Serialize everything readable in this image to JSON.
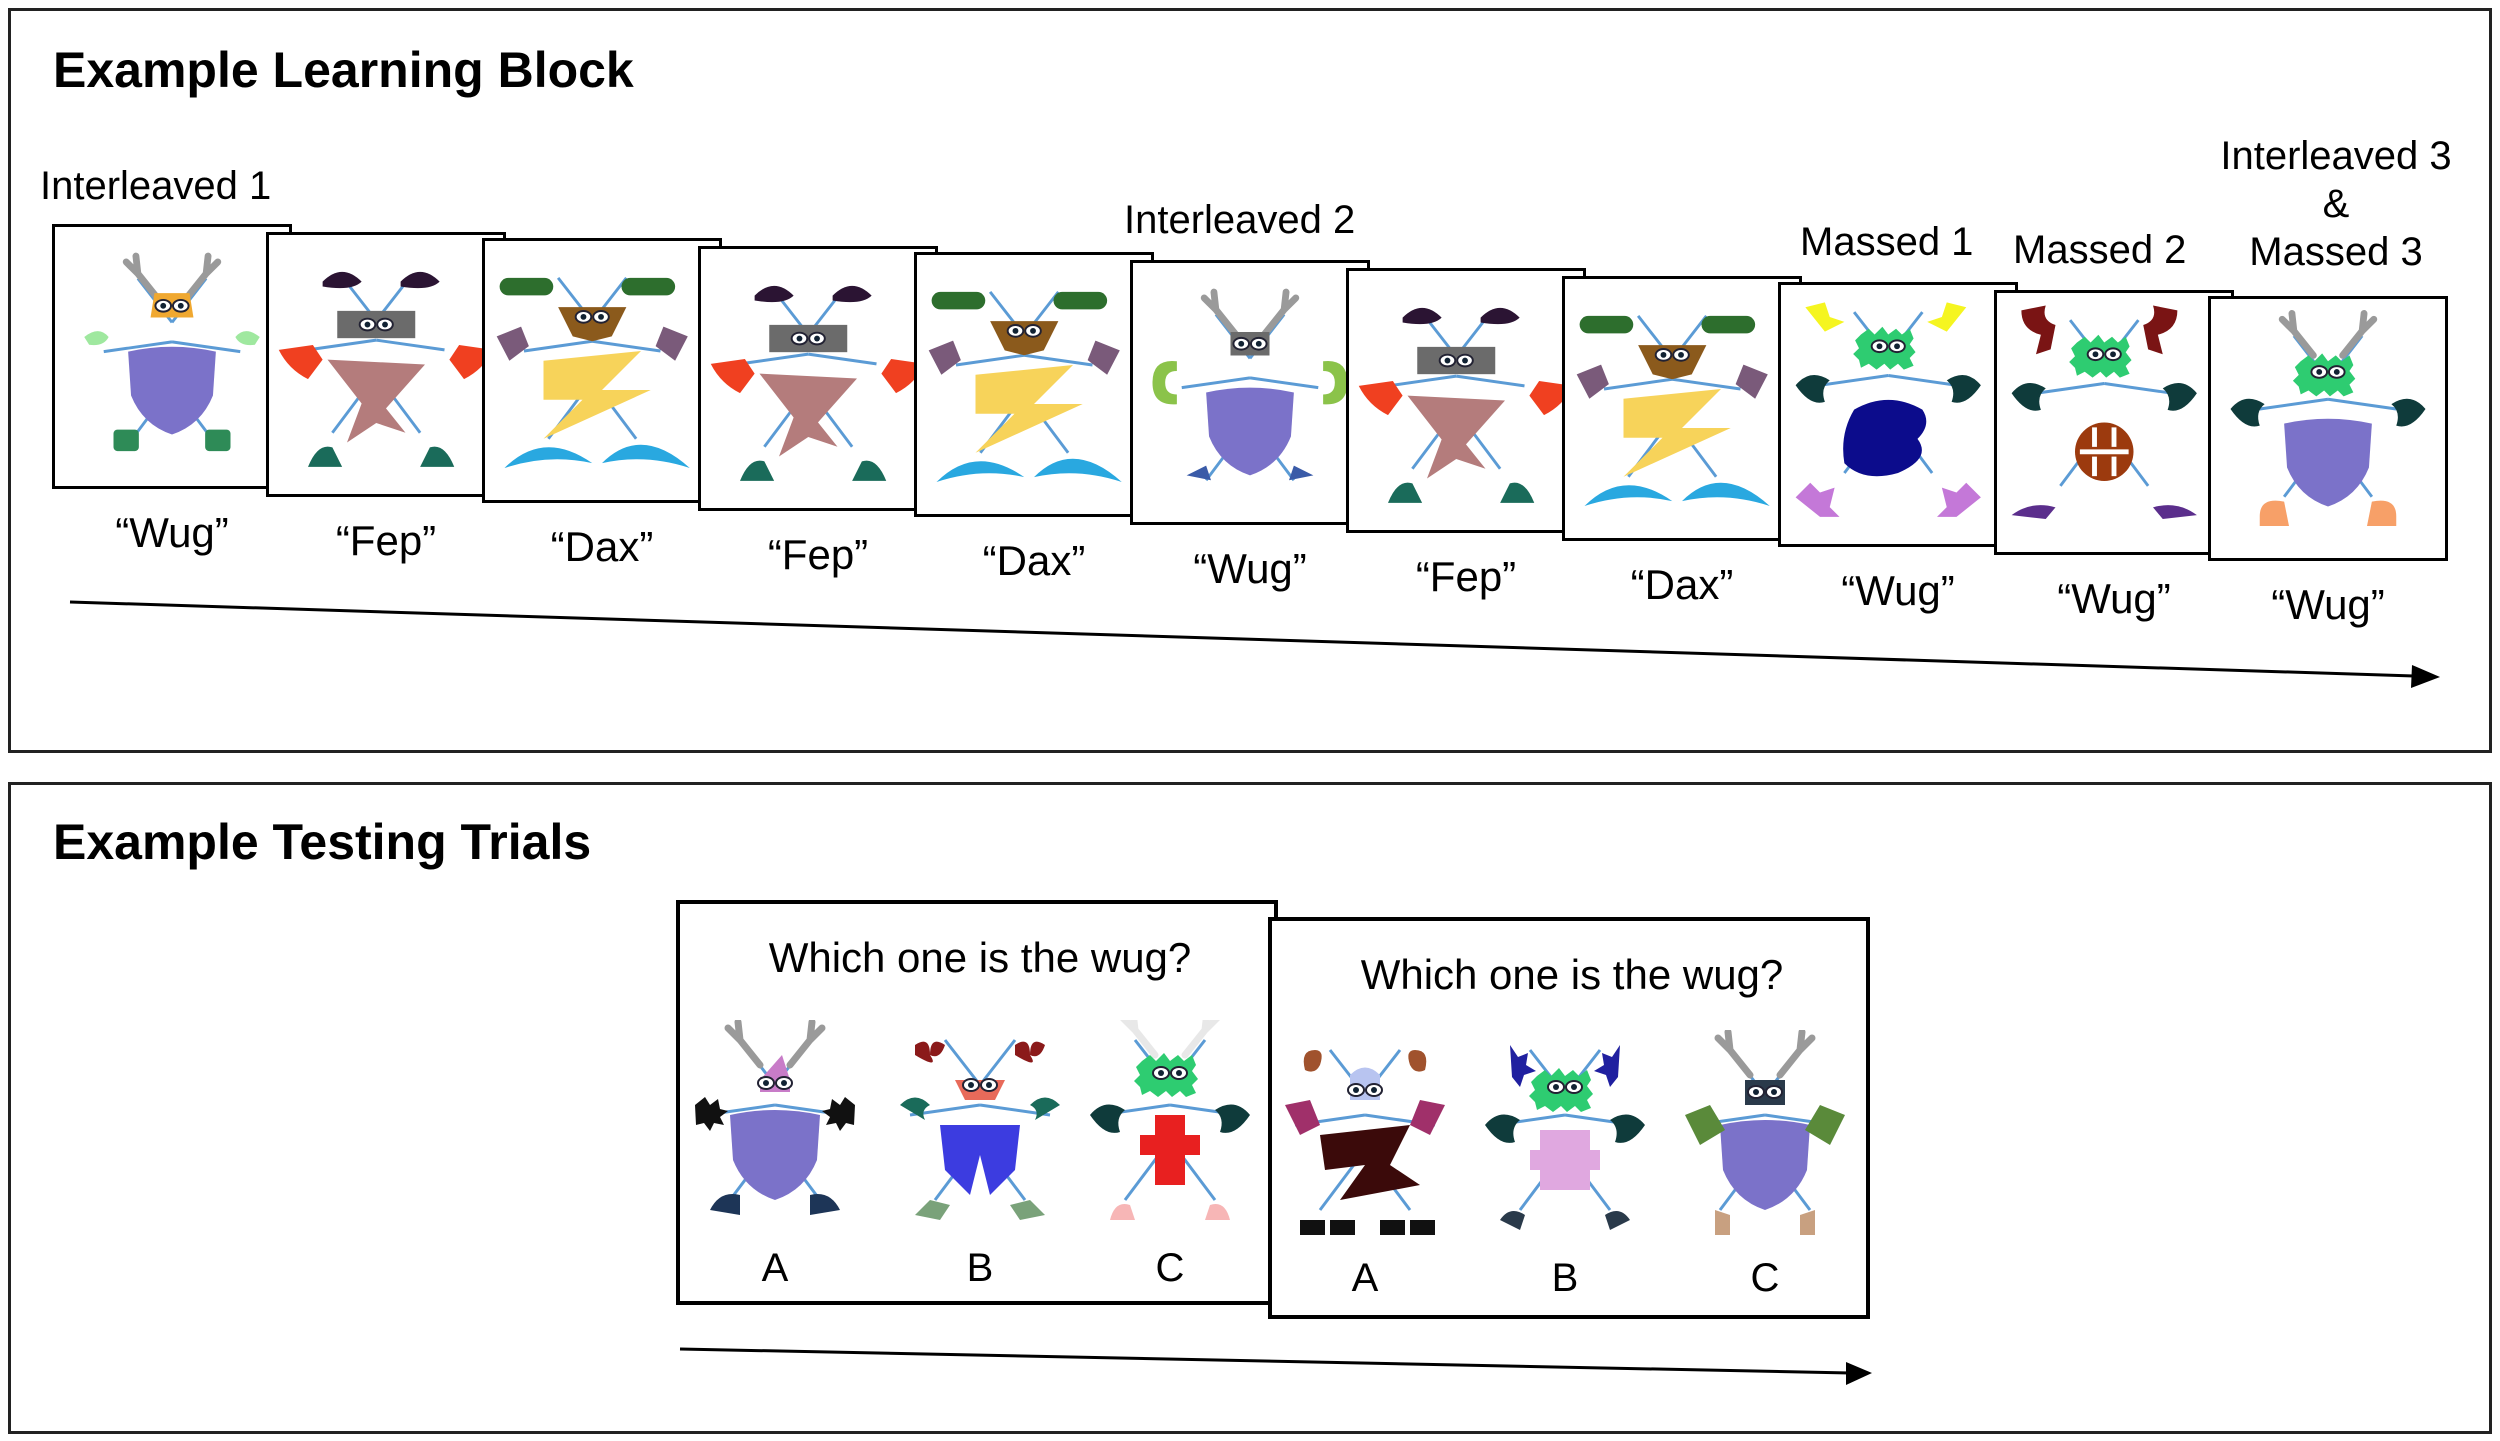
{
  "learning": {
    "title": "Example Learning Block",
    "conditions": {
      "interleaved1": "Interleaved 1",
      "interleaved2": "Interleaved 2",
      "massed1": "Massed 1",
      "massed2": "Massed 2",
      "combined_line1": "Interleaved 3",
      "combined_line2": "&",
      "combined_line3": "Massed 3"
    },
    "cards": [
      {
        "word": "“Wug”",
        "creature": "wug-interleaved"
      },
      {
        "word": "“Fep”",
        "creature": "fep"
      },
      {
        "word": "“Dax”",
        "creature": "dax"
      },
      {
        "word": "“Fep”",
        "creature": "fep"
      },
      {
        "word": "“Dax”",
        "creature": "dax"
      },
      {
        "word": "“Wug”",
        "creature": "wug-interleaved-2"
      },
      {
        "word": "“Fep”",
        "creature": "fep"
      },
      {
        "word": "“Dax”",
        "creature": "dax"
      },
      {
        "word": "“Wug”",
        "creature": "wug-massed-1"
      },
      {
        "word": "“Wug”",
        "creature": "wug-massed-2"
      },
      {
        "word": "“Wug”",
        "creature": "wug-massed-3"
      }
    ]
  },
  "testing": {
    "title": "Example Testing Trials",
    "trials": [
      {
        "question": "Which one is the wug?",
        "options": [
          "A",
          "B",
          "C"
        ]
      },
      {
        "question": "Which one is the wug?",
        "options": [
          "A",
          "B",
          "C"
        ]
      }
    ]
  },
  "colors": {
    "body_purple": "#7b72c9",
    "limb_blue": "#5b9bd5",
    "frame": "#000000"
  }
}
